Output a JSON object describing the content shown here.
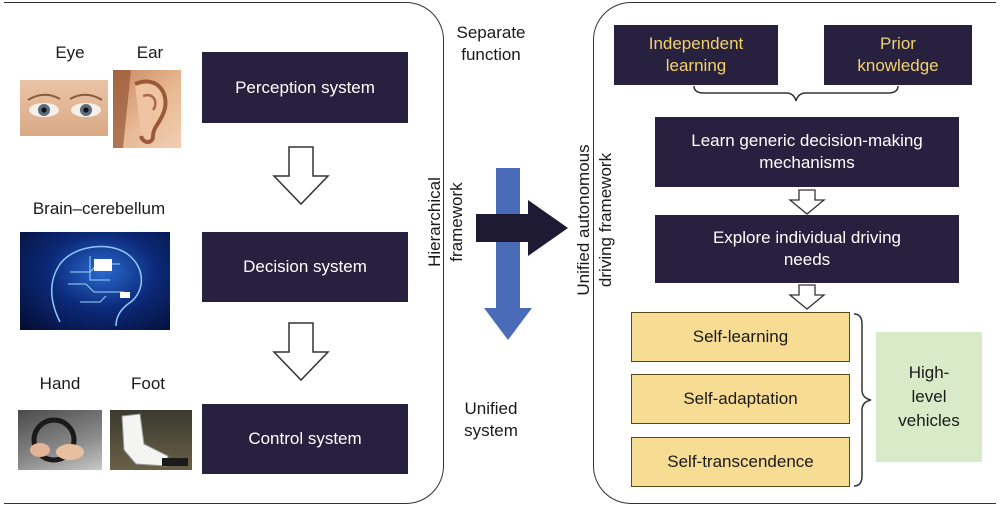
{
  "left": {
    "senses": {
      "eye": "Eye",
      "ear": "Ear",
      "brain": "Brain–cerebellum",
      "hand": "Hand",
      "foot": "Foot"
    },
    "systems": {
      "perception": "Perception system",
      "decision": "Decision system",
      "control": "Control system"
    }
  },
  "middle": {
    "separate": [
      "Separate",
      "function"
    ],
    "unified": [
      "Unified",
      "system"
    ],
    "hierarchical": [
      "Hierarchical",
      "framework"
    ],
    "unified_ad": [
      "Unified autonomous",
      "driving framework"
    ]
  },
  "right": {
    "independent": [
      "Independent",
      "learning"
    ],
    "prior": [
      "Prior",
      "knowledge"
    ],
    "learn": [
      "Learn generic decision-making",
      "mechanisms"
    ],
    "explore": [
      "Explore individual driving",
      "needs"
    ],
    "self_learning": "Self-learning",
    "self_adaptation": "Self-adaptation",
    "self_transcendence": "Self-transcendence",
    "high_level": [
      "High-",
      "level",
      "vehicles"
    ]
  },
  "colors": {
    "navy": "#27213f",
    "gold_text": "#f2d26b",
    "yellow_box": "#f7dc93",
    "green_box": "#d8eac8",
    "blue_arrow": "#4a6cb8",
    "dark_arrow": "#1e1a33"
  }
}
